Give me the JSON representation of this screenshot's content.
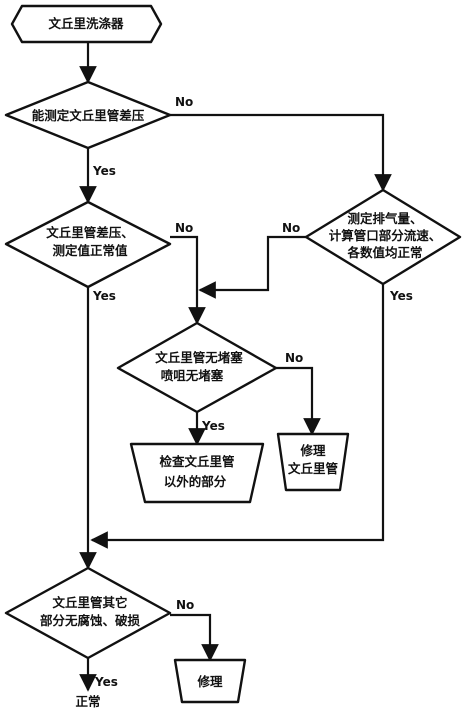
{
  "nodes": {
    "start": {
      "text": "文丘里洗涤器"
    },
    "d1": {
      "text": "能测定文丘里管差压"
    },
    "d2": {
      "line1": "文丘里管差压、",
      "line2": "测定值正常值"
    },
    "d3": {
      "line1": "测定排气量、",
      "line2": "计算管口部分流速、",
      "line3": "各数值均正常"
    },
    "d4": {
      "line1": "文丘里管无堵塞",
      "line2": "喷咀无堵塞"
    },
    "p1": {
      "line1": "检查文丘里管",
      "line2": "以外的部分"
    },
    "p2": {
      "line1": "修理",
      "line2": "文丘里管"
    },
    "d5": {
      "line1": "文丘里管其它",
      "line2": "部分无腐蚀、破损"
    },
    "p3": {
      "text": "修理"
    },
    "end": {
      "text": "正常"
    }
  },
  "edge_labels": {
    "d1_no": "No",
    "d1_yes": "Yes",
    "d2_no": "No",
    "d2_yes": "Yes",
    "d3_no": "No",
    "d3_yes": "Yes",
    "d4_no": "No",
    "d4_yes": "Yes",
    "d5_no": "No",
    "d5_yes": "Yes"
  },
  "colors": {
    "line": "#111111",
    "fill": "#ffffff"
  }
}
